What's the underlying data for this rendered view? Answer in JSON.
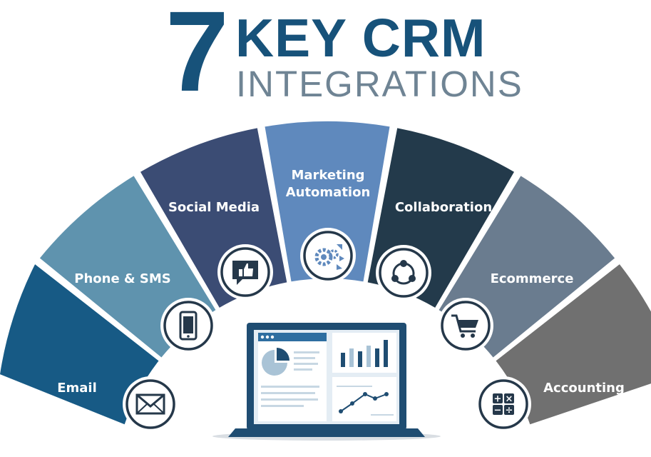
{
  "title": {
    "number": "7",
    "main": "KEY CRM",
    "sub": "INTEGRATIONS"
  },
  "segments": [
    {
      "lines": [
        "Email"
      ],
      "icon": "envelope-icon",
      "color": "#175a85"
    },
    {
      "lines": [
        "Phone & SMS"
      ],
      "icon": "smartphone-icon",
      "color": "#5f93ae"
    },
    {
      "lines": [
        "Social Media"
      ],
      "icon": "thumbs-up-speech-bubble-icon",
      "color": "#3b4c74"
    },
    {
      "lines": [
        "Marketing",
        "Automation"
      ],
      "icon": "gears-arrows-icon",
      "color": "#5f89bd"
    },
    {
      "lines": [
        "Collaboration"
      ],
      "icon": "network-nodes-icon",
      "color": "#233a4b"
    },
    {
      "lines": [
        "Ecommerce"
      ],
      "icon": "shopping-cart-icon",
      "color": "#6a7c8f"
    },
    {
      "lines": [
        "Accounting"
      ],
      "icon": "calculator-icon",
      "color": "#707070"
    }
  ],
  "colors": {
    "title_primary": "#17527a",
    "title_secondary": "#6f8494",
    "icon_ring": "#25384a",
    "laptop_frame": "#1f4d72",
    "laptop_accent": "#2e6ea0"
  },
  "center": {
    "illustration": "laptop-dashboard-icon"
  }
}
